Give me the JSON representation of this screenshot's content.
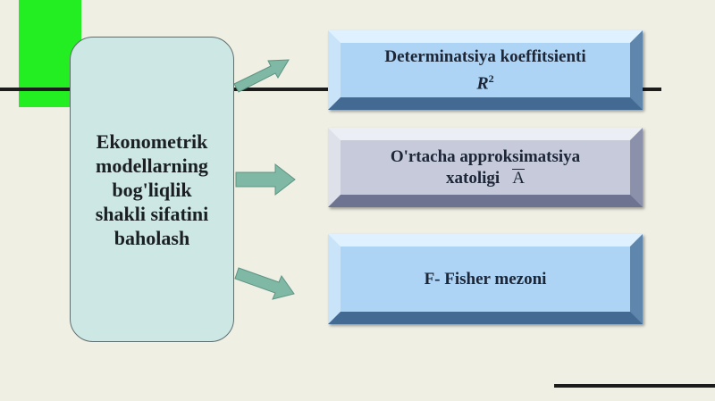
{
  "center": {
    "lines": [
      "Ekonometrik",
      "modellarning",
      "bog'liqlik",
      "shakli sifatini",
      "baholash"
    ]
  },
  "boxes": [
    {
      "title": "Determinatsiya koeffitsienti",
      "symbol": "R",
      "superscript": "2"
    },
    {
      "title_line1": "O'rtacha approksimatsiya",
      "title_line2": "xatoligi",
      "symbol": "A"
    },
    {
      "title": "F- Fisher mezoni"
    }
  ],
  "colors": {
    "background": "#efefe4",
    "accent_green": "#22ee22",
    "center_fill": "#cde7e4",
    "arrow_fill": "#7fb8a4",
    "box_blue": "#add3f5",
    "box_grey": "#c6cadb"
  }
}
